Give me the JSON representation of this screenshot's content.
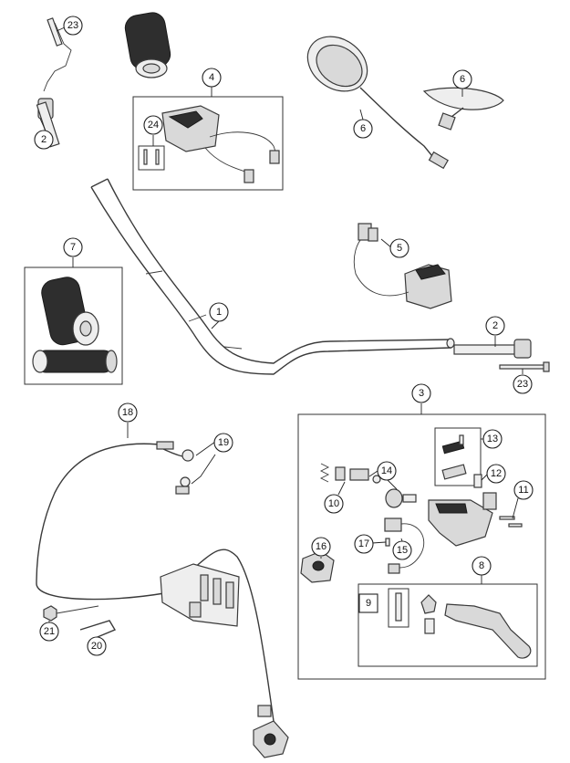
{
  "diagram": {
    "callouts": [
      "23",
      "2",
      "4",
      "24",
      "6",
      "6",
      "7",
      "5",
      "1",
      "2",
      "23",
      "18",
      "19",
      "3",
      "13",
      "14",
      "12",
      "10",
      "11",
      "16",
      "17",
      "15",
      "8",
      "9",
      "21",
      "20"
    ]
  }
}
